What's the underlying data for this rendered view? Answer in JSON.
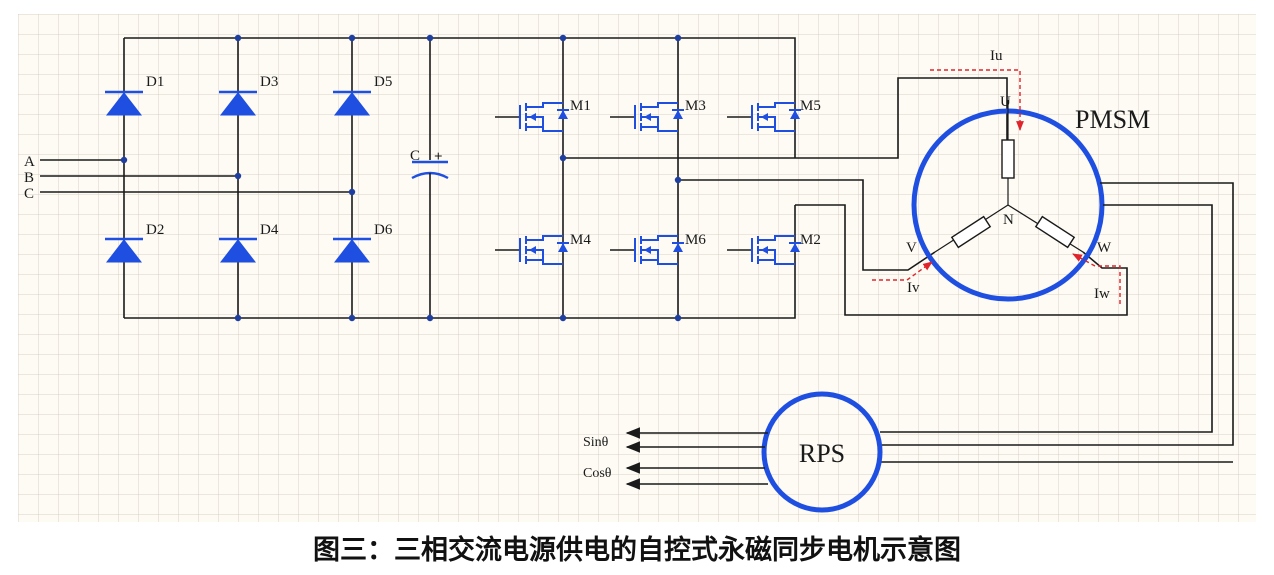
{
  "labels": {
    "d1": "D1",
    "d2": "D2",
    "d3": "D3",
    "d4": "D4",
    "d5": "D5",
    "d6": "D6",
    "phase_a": "A",
    "phase_b": "B",
    "phase_c": "C",
    "capacitor": "C",
    "cap_plus": "+",
    "m1": "M1",
    "m2": "M2",
    "m3": "M3",
    "m4": "M4",
    "m5": "M5",
    "m6": "M6",
    "motor": "PMSM",
    "terminal_u": "U",
    "terminal_v": "V",
    "terminal_w": "W",
    "neutral": "N",
    "current_iu": "Iu",
    "current_iv": "Iv",
    "current_iw": "Iw",
    "resolver": "RPS",
    "sin_out": "Sinθ",
    "cos_out": "Cosθ"
  },
  "colors": {
    "component": "#1f4fe0",
    "wire": "#1a1a1a",
    "current_arrow": "#e0242c"
  },
  "caption": "图三：三相交流电源供电的自控式永磁同步电机示意图"
}
